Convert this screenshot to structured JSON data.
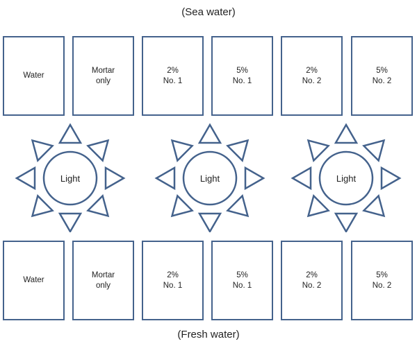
{
  "labels": {
    "top": "(Sea water)",
    "bottom": "(Fresh water)"
  },
  "sea_water_row": [
    {
      "text": "Water"
    },
    {
      "text": "Mortar\nonly"
    },
    {
      "text": "2%\nNo. 1"
    },
    {
      "text": "5%\nNo. 1"
    },
    {
      "text": "2%\nNo. 2"
    },
    {
      "text": "5%\nNo. 2"
    }
  ],
  "fresh_water_row": [
    {
      "text": "Water"
    },
    {
      "text": "Mortar\nonly"
    },
    {
      "text": "2%\nNo. 1"
    },
    {
      "text": "5%\nNo. 1"
    },
    {
      "text": "2%\nNo. 2"
    },
    {
      "text": "5%\nNo. 2"
    }
  ],
  "suns": [
    {
      "label": "Light"
    },
    {
      "label": "Light"
    },
    {
      "label": "Light"
    }
  ],
  "colors": {
    "stroke": "#44628c",
    "text": "#222222"
  }
}
